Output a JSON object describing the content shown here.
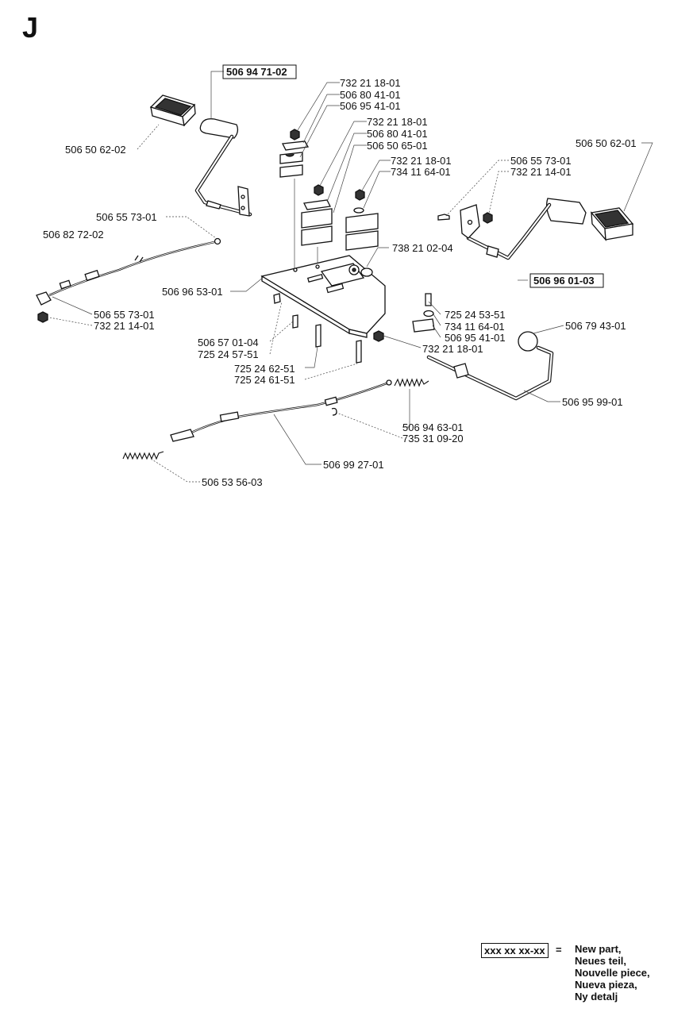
{
  "section_letter": "J",
  "labels": {
    "l1": "506 94 71-02",
    "l2": "506 50 62-02",
    "l3": "732 21 18-01",
    "l4": "506 80 41-01",
    "l5": "506 95 41-01",
    "l6": "732 21 18-01",
    "l7": "506 80 41-01",
    "l8": "506 50 65-01",
    "l9": "732 21 18-01",
    "l10": "734 11 64-01",
    "l11": "506 55 73-01",
    "l12": "732 21 14-01",
    "l13": "506 50 62-01",
    "l14": "506 55 73-01",
    "l15": "506 82 72-02",
    "l16": "738 21 02-04",
    "l17": "506 96 53-01",
    "l18": "506 96 01-03",
    "l19": "506 55 73-01",
    "l20": "732 21 14-01",
    "l21": "725 24 53-51",
    "l22": "734 11 64-01",
    "l23": "506 95 41-01",
    "l24": "732 21 18-01",
    "l25": "506 79 43-01",
    "l26": "506 57 01-04",
    "l27": "725 24 57-51",
    "l28": "725 24 62-51",
    "l29": "725 24 61-51",
    "l30": "506 95 99-01",
    "l31": "506 94 63-01",
    "l32": "735 31 09-20",
    "l33": "506 99 27-01",
    "l34": "506 53 56-03"
  },
  "legend": {
    "code": "xxx xx xx-xx",
    "equals": "=",
    "line1": "New part,",
    "line2": "Neues teil,",
    "line3": "Nouvelle piece,",
    "line4": "Nueva pieza,",
    "line5": "Ny detalj"
  }
}
